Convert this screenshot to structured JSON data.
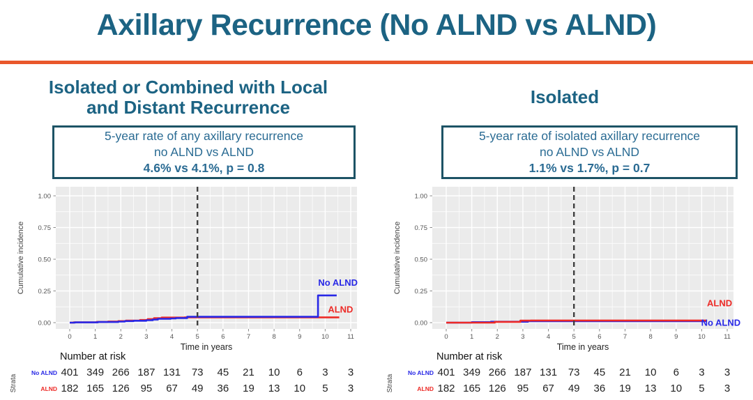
{
  "slide": {
    "title": "Axillary Recurrence (No ALND vs ALND)",
    "accent_color": "#E9572B",
    "title_color": "#1C6383"
  },
  "panels": [
    {
      "heading_line1": "Isolated or Combined with Local",
      "heading_line2": "and Distant Recurrence",
      "box_line1": "5-year rate of any axillary recurrence",
      "box_line2": "no ALND vs ALND",
      "box_stat": "4.6% vs 4.1%, p = 0.8"
    },
    {
      "heading_line1": "Isolated",
      "heading_line2": "",
      "box_line1": "5-year rate of isolated axillary recurrence",
      "box_line2": "no ALND vs ALND",
      "box_stat": "1.1% vs 1.7%, p = 0.7"
    }
  ],
  "chart_data": [
    {
      "type": "line",
      "subtype": "step-cumulative-incidence",
      "title": "Isolated or Combined with Local and Distant Recurrence",
      "xlabel": "Time in years",
      "ylabel": "Cumulative incidence",
      "xticks": [
        0,
        1,
        2,
        3,
        4,
        5,
        6,
        7,
        8,
        9,
        10,
        11
      ],
      "ytick_labels": [
        "0.00",
        "0.25",
        "0.50",
        "0.75",
        "1.00"
      ],
      "ytick_values": [
        0,
        0.25,
        0.5,
        0.75,
        1.0
      ],
      "xlim": [
        -0.55,
        11.25
      ],
      "ylim": [
        -0.05,
        1.07
      ],
      "grid": true,
      "panel_color": "#EBEBEB",
      "reference_line_x": 5,
      "series": [
        {
          "name": "ALND",
          "color": "#ED2A26",
          "points": [
            [
              0,
              0
            ],
            [
              0.15,
              0.003
            ],
            [
              1.05,
              0.006
            ],
            [
              1.5,
              0.009
            ],
            [
              1.9,
              0.012
            ],
            [
              2.2,
              0.016
            ],
            [
              2.75,
              0.021
            ],
            [
              3.05,
              0.028
            ],
            [
              3.3,
              0.035
            ],
            [
              3.6,
              0.04
            ],
            [
              4.5,
              0.042
            ],
            [
              10.55,
              0.042
            ]
          ],
          "label_x": 10.6,
          "label_y": 0.08
        },
        {
          "name": "No ALND",
          "color": "#2828E6",
          "points": [
            [
              0,
              0
            ],
            [
              0.2,
              0.002
            ],
            [
              1.1,
              0.005
            ],
            [
              1.9,
              0.008
            ],
            [
              2.15,
              0.012
            ],
            [
              2.5,
              0.015
            ],
            [
              3.0,
              0.019
            ],
            [
              3.25,
              0.024
            ],
            [
              3.45,
              0.03
            ],
            [
              3.95,
              0.033
            ],
            [
              4.15,
              0.036
            ],
            [
              4.6,
              0.046
            ],
            [
              9.72,
              0.046
            ],
            [
              9.72,
              0.215
            ],
            [
              10.45,
              0.215
            ]
          ],
          "label_x": 10.5,
          "label_y": 0.29
        }
      ],
      "risk_table": {
        "title": "Number at risk",
        "strata_label": "Strata",
        "rows": [
          {
            "name": "No ALND",
            "color": "#2828E6",
            "values": [
              401,
              349,
              266,
              187,
              131,
              73,
              45,
              21,
              10,
              6,
              3,
              3
            ]
          },
          {
            "name": "ALND",
            "color": "#ED2A26",
            "values": [
              182,
              165,
              126,
              95,
              67,
              49,
              36,
              19,
              13,
              10,
              5,
              3
            ]
          }
        ]
      }
    },
    {
      "type": "line",
      "subtype": "step-cumulative-incidence",
      "title": "Isolated",
      "xlabel": "Time in years",
      "ylabel": "Cumulative incidence",
      "xticks": [
        0,
        1,
        2,
        3,
        4,
        5,
        6,
        7,
        8,
        9,
        10,
        11
      ],
      "ytick_labels": [
        "0.00",
        "0.25",
        "0.50",
        "0.75",
        "1.00"
      ],
      "ytick_values": [
        0,
        0.25,
        0.5,
        0.75,
        1.0
      ],
      "xlim": [
        -0.55,
        11.25
      ],
      "ylim": [
        -0.05,
        1.07
      ],
      "grid": true,
      "panel_color": "#EBEBEB",
      "reference_line_x": 5,
      "series": [
        {
          "name": "No ALND",
          "color": "#2828E6",
          "points": [
            [
              0,
              0
            ],
            [
              1.0,
              0.004
            ],
            [
              1.75,
              0.007
            ],
            [
              3.2,
              0.011
            ],
            [
              10.2,
              0.011
            ]
          ],
          "label_x": 10.75,
          "label_y": -0.025
        },
        {
          "name": "ALND",
          "color": "#ED2A26",
          "points": [
            [
              0,
              0
            ],
            [
              1.9,
              0.006
            ],
            [
              2.9,
              0.016
            ],
            [
              3.3,
              0.017
            ],
            [
              10.2,
              0.017
            ]
          ],
          "label_x": 10.7,
          "label_y": 0.13
        }
      ],
      "risk_table": {
        "title": "Number at risk",
        "strata_label": "Strata",
        "rows": [
          {
            "name": "No ALND",
            "color": "#2828E6",
            "values": [
              401,
              349,
              266,
              187,
              131,
              73,
              45,
              21,
              10,
              6,
              3,
              3
            ]
          },
          {
            "name": "ALND",
            "color": "#ED2A26",
            "values": [
              182,
              165,
              126,
              95,
              67,
              49,
              36,
              19,
              13,
              10,
              5,
              3
            ]
          }
        ]
      }
    }
  ]
}
